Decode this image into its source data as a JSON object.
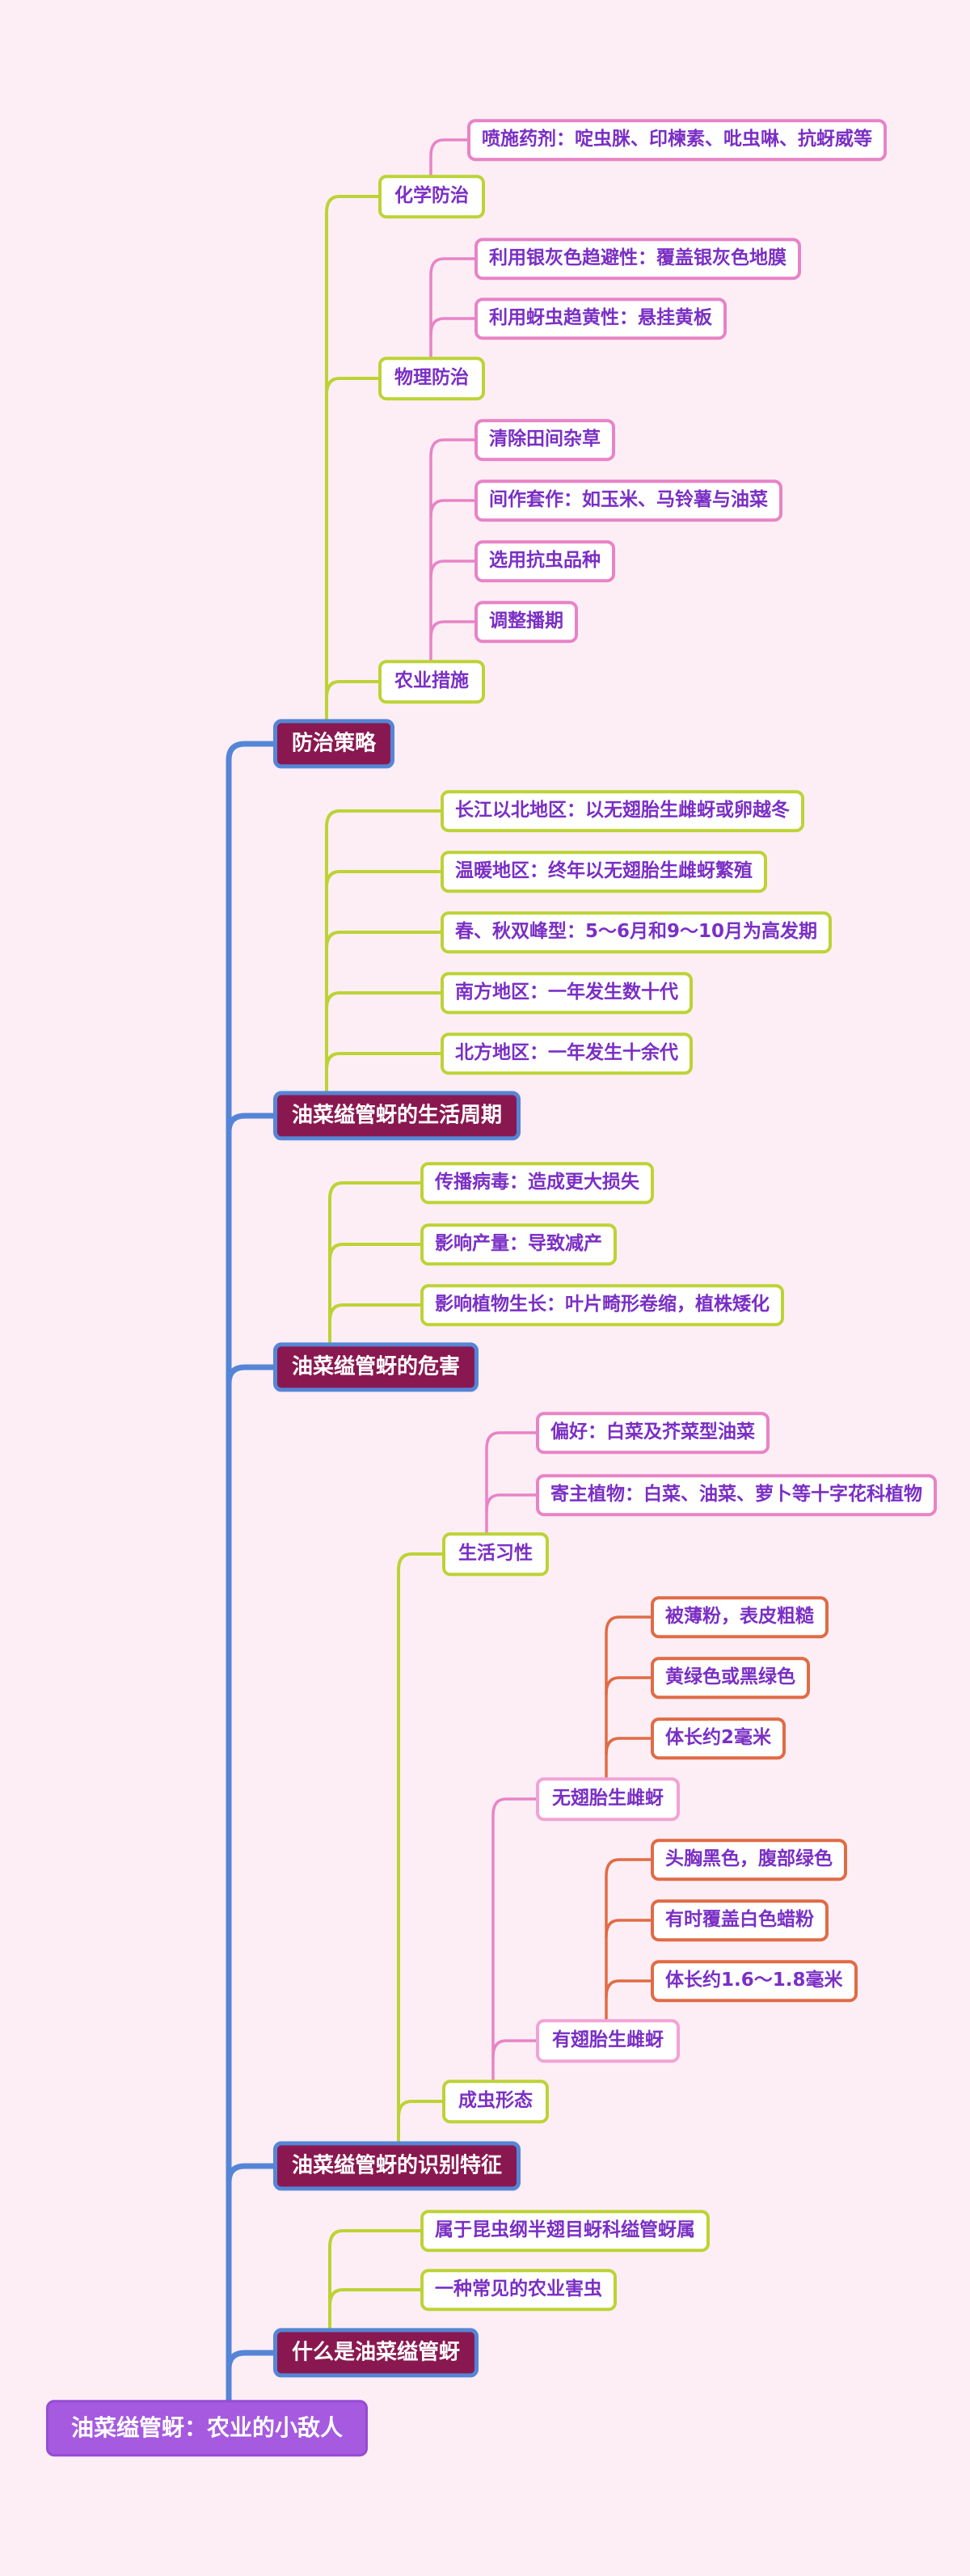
{
  "colors": {
    "background": "#fdeef5",
    "spine-blue": "#5585d6",
    "main-fill": "#8a1850",
    "root-fill": "#a55ae0",
    "root-border": "#974bd4",
    "green": "#bcd335",
    "pink": "#e883c6",
    "light-pink": "#f2a3d6",
    "orange": "#e06b45",
    "text-purple": "#7b2fc5",
    "box-fill": "#ffffff"
  },
  "root": {
    "label": "油菜缢管蚜：农业的小敌人"
  },
  "branches": {
    "control": {
      "label": "防治策略",
      "children": {
        "chemical": {
          "label": "化学防治",
          "children": [
            {
              "label": "喷施药剂：啶虫脒、印楝素、吡虫啉、抗蚜威等"
            }
          ]
        },
        "physical": {
          "label": "物理防治",
          "children": [
            {
              "label": "利用银灰色趋避性：覆盖银灰色地膜"
            },
            {
              "label": "利用蚜虫趋黄性：悬挂黄板"
            }
          ]
        },
        "agricultural": {
          "label": "农业措施",
          "children": [
            {
              "label": "清除田间杂草"
            },
            {
              "label": "间作套作：如玉米、马铃薯与油菜"
            },
            {
              "label": "选用抗虫品种"
            },
            {
              "label": "调整播期"
            }
          ]
        }
      }
    },
    "lifecycle": {
      "label": "油菜缢管蚜的生活周期",
      "children": [
        {
          "label": "长江以北地区：以无翅胎生雌蚜或卵越冬"
        },
        {
          "label": "温暖地区：终年以无翅胎生雌蚜繁殖"
        },
        {
          "label": "春、秋双峰型：5～6月和9～10月为高发期"
        },
        {
          "label": "南方地区：一年发生数十代"
        },
        {
          "label": "北方地区：一年发生十余代"
        }
      ]
    },
    "harm": {
      "label": "油菜缢管蚜的危害",
      "children": [
        {
          "label": "传播病毒：造成更大损失"
        },
        {
          "label": "影响产量：导致减产"
        },
        {
          "label": "影响植物生长：叶片畸形卷缩，植株矮化"
        }
      ]
    },
    "identification": {
      "label": "油菜缢管蚜的识别特征",
      "children": {
        "habits": {
          "label": "生活习性",
          "children": [
            {
              "label": "偏好：白菜及芥菜型油菜"
            },
            {
              "label": "寄主植物：白菜、油菜、萝卜等十字花科植物"
            }
          ]
        },
        "adult_form": {
          "label": "成虫形态",
          "children": {
            "wingless": {
              "label": "无翅胎生雌蚜",
              "children": [
                {
                  "label": "被薄粉，表皮粗糙"
                },
                {
                  "label": "黄绿色或黑绿色"
                },
                {
                  "label": "体长约2毫米"
                }
              ]
            },
            "winged": {
              "label": "有翅胎生雌蚜",
              "children": [
                {
                  "label": "头胸黑色，腹部绿色"
                },
                {
                  "label": "有时覆盖白色蜡粉"
                },
                {
                  "label": "体长约1.6～1.8毫米"
                }
              ]
            }
          }
        }
      }
    },
    "what_is": {
      "label": "什么是油菜缢管蚜",
      "children": [
        {
          "label": "属于昆虫纲半翅目蚜科缢管蚜属"
        },
        {
          "label": "一种常见的农业害虫"
        }
      ]
    }
  }
}
